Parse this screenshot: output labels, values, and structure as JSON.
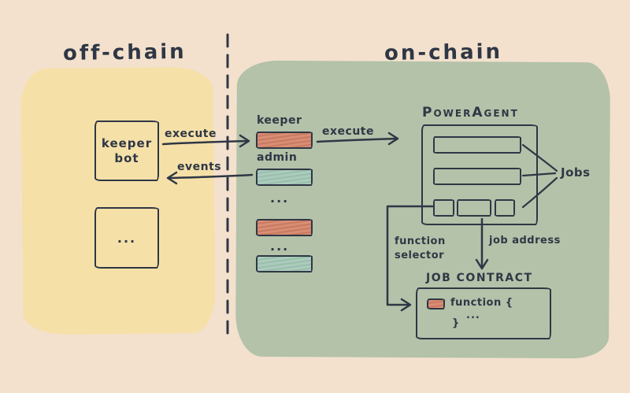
{
  "colors": {
    "background": "#f3e1cd",
    "offchain_blob": "#f5e0a8",
    "onchain_blob": "#b3c2a9",
    "salmon": "#d88e75",
    "teal": "#accbbc",
    "ink": "#2f3745"
  },
  "offchain": {
    "title": "off-chain",
    "keeper_bot_line1": "keeper",
    "keeper_bot_line2": "bot",
    "ellipsis": "...",
    "execute_label": "execute",
    "events_label": "events"
  },
  "onchain": {
    "title": "on-chain",
    "keeper_label": "keeper",
    "admin_label": "admin",
    "dots_1": "...",
    "dots_2": "...",
    "execute_label": "execute",
    "poweragent_title": "PowerAgent",
    "jobs_label": "Jobs",
    "function_selector_line1": "function",
    "function_selector_line2": "selector",
    "job_address_label": "job address",
    "job_contract_title": "JOB CONTRACT",
    "function_line": "function {",
    "function_body": "...",
    "function_close": "}"
  }
}
